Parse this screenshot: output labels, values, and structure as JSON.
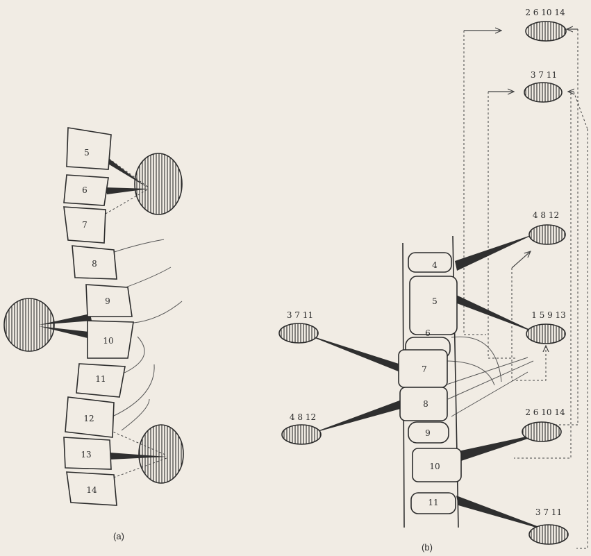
{
  "panel_a": {
    "caption": "(a)",
    "segments": [
      "5",
      "6",
      "7",
      "8",
      "9",
      "10",
      "11",
      "12",
      "13",
      "14"
    ]
  },
  "panel_b": {
    "caption": "(b)",
    "segments": [
      "4",
      "5",
      "6",
      "7",
      "8",
      "9",
      "10",
      "11"
    ],
    "right_targets": [
      "2 6 10 14",
      "3 7 11",
      "4 8 12",
      "1 5 9 13",
      "2 6 10 14",
      "3 7 11"
    ],
    "left_targets": [
      "3 7 11",
      "4 8 12"
    ]
  }
}
